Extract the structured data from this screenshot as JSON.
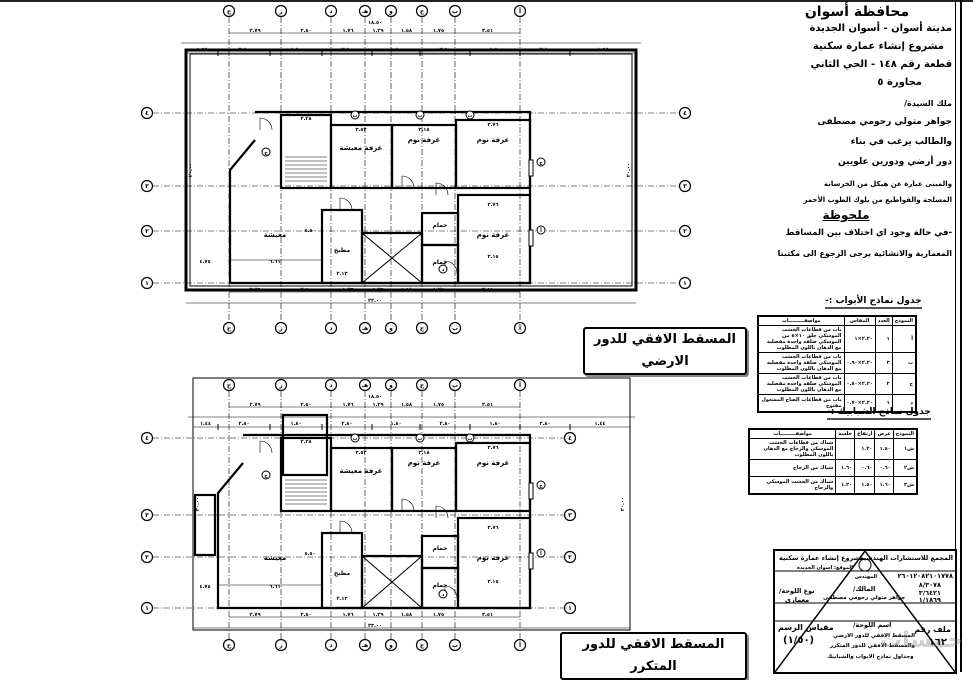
{
  "header": {
    "governorate": "محافظة أسوان",
    "city": "مدينة أسوان - أسوان الجديدة",
    "project": "مشروع إنشاء عمارة سكنية",
    "plot": "قطعة رقم ١٤٨ - الحي الثاني",
    "neighborhood": "مجاورة ٥",
    "owner_label": "ملك السيدة/",
    "owner_name": "جواهر متولي رحومي مصطفى",
    "request": "والطالب يرغب في بناء",
    "floors": "دور أرضي ودورين علويين",
    "structure_1": "والمبنى عبارة عن هيكل من الخرسانة",
    "structure_2": "المسلحة والقواطيع من بلوك الطوب الأحمر",
    "note_title": "ملحوظة",
    "note_1": "-في حالة وجود اي اختلاف بين المساقط",
    "note_2": "المعمارية والانشائية يرجى الرجوع الى مكتبنا"
  },
  "plans": [
    {
      "title": "المسقط الافقي للدور الارضي"
    },
    {
      "title": "المسقط الافقي للدور المتكرر"
    }
  ],
  "axes_x": [
    "ح",
    "ز",
    "د",
    "هـ",
    "و",
    "ج",
    "ب",
    "أ"
  ],
  "axes_y": [
    "٤",
    "٣",
    "٢",
    "١"
  ],
  "rooms": {
    "living_room": "غرفة معيشة",
    "bedroom": "غرفة نوم",
    "living": "معيشة",
    "kitchen": "مطبخ",
    "bath": "حمام"
  },
  "door_tags": [
    "ب",
    "ب",
    "ب",
    "ج",
    "ج",
    "أ",
    "د"
  ],
  "dims_top": [
    "١.٤٤",
    "٢.٨٠",
    "١.٨٠",
    "٢.٨٠",
    "١.٨٠",
    "٢.٨٠",
    "١.٨٠",
    "٢.٨٠",
    "١.٤٤"
  ],
  "dims_axes": [
    "٢.٧٩",
    "٢.٥٠",
    "١.٧٦",
    "١.٢٩",
    "١.٥٨",
    "١.٧٥",
    "٣.٥١"
  ],
  "dims_overall": [
    "٢٣.٠٠",
    "١٨.٥٠",
    "٢٠.٠٠"
  ],
  "dims_rooms": [
    "٢.٢٨",
    "٣.٥٣",
    "٣.١٨",
    "٣.٧٦",
    "٣.٧٦",
    "٢.١٣",
    "٣.١٥",
    "٦.٦١",
    "٥.٥٠",
    "٤.٧٥"
  ],
  "door_schedule": {
    "title": "جدول نماذج الأبواب :-",
    "headers": [
      "النموذج",
      "العدد",
      "المقاس",
      "مواصفـــــــــات"
    ],
    "rows": [
      [
        "أ",
        "١",
        "٢.٢٠×١",
        "باب من قطاعات الخشب الموسكي حلق ١٠×٥ من الموسكي ضلفة واحدة مفصلية مع الدهان باللون المطلوب"
      ],
      [
        "ب",
        "٣",
        "٢.٢٠×٠.٩٠",
        "باب من قطاعات الخشب الموسكي ضلفة واحدة مفصلية مع الدهان باللون المطلوب"
      ],
      [
        "ج",
        "٢",
        "٢.٢٠×٠.٨٠",
        "باب من قطاعات الخشب الموسكي ضلفة واحدة مفصلية مع الدهان باللون المطلوب"
      ],
      [
        "د",
        "١",
        "٢.٢٠×٠.٧٠",
        "باب من قطاعات الصاج المشغول مفتوح"
      ]
    ]
  },
  "window_schedule": {
    "title": "جدول نماذج الشبابيك :-",
    "headers": [
      "النموذج",
      "عرض",
      "ارتفاع",
      "جلسة",
      "مواصفـــــــــات"
    ],
    "rows": [
      [
        "ش١",
        "١.٥٠",
        "١.٢٠",
        "",
        "شباك من قطاعات الخشب الموسكي والزجاج مع الدهان باللون المطلوب"
      ],
      [
        "ش٢",
        "٠.٦٠",
        "٠.٦٠",
        "١.٦٠",
        "شباك من الزجاج"
      ],
      [
        "ش٣",
        "١.٦٠",
        "١.٥٠",
        "١.٢٠",
        "شباك من الخشب الموسكي والزجاج"
      ]
    ]
  },
  "title_block": {
    "office": "المجمع للاستشارات الهندسية",
    "project": "مشروع إنشاء عمارة سكنية",
    "location": "الموقع: اسوان الجديدة",
    "engineer": "المهندس",
    "reg_1": "٢٦٠١٢٠٨٢١٠١٧٧٨",
    "reg_2": "٨/٣٠٧٨",
    "reg_3": "٣/٦٤٢١",
    "reg_4": "١/١٨٦٩",
    "owner_label": "المالك/",
    "owner": "جواهر متولي رحومي مصطفى",
    "type_label": "نوع اللوحة/",
    "type": "معماري",
    "scale_label": "مقياس الرسم",
    "scale": "(١/٥٠)",
    "name_label": "اسم اللوحة/",
    "name_1": "المسقط الافقي للدور الارضي",
    "name_2": "والمسقط الافقي للدور المتكرر",
    "name_3": "وجداول نماذج الابواب والشبابيك",
    "file_label": "ملف رقم",
    "file_no": "١٦٢"
  },
  "watermark": "خمسات"
}
